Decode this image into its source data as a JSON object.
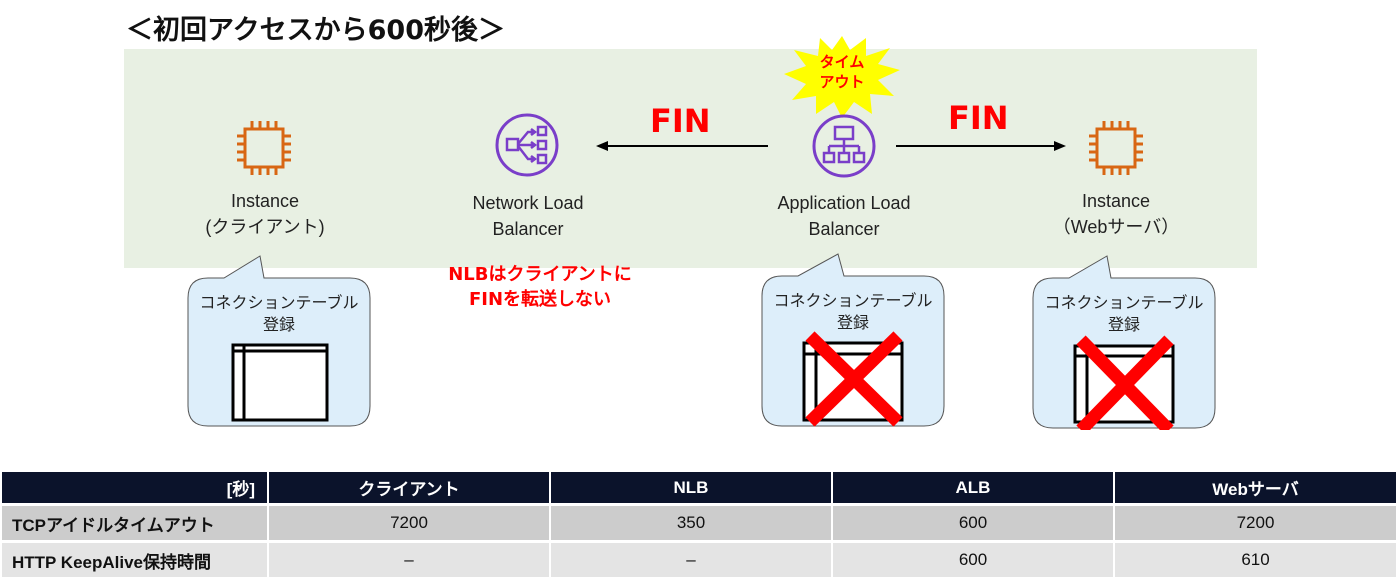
{
  "title": "＜初回アクセスから600秒後＞",
  "nodes": {
    "client": {
      "line1": "Instance",
      "line2": "(クライアント)",
      "icon": "ec2-instance-chip-icon"
    },
    "nlb": {
      "line1": "Network Load",
      "line2": "Balancer",
      "icon": "network-load-balancer-icon"
    },
    "alb": {
      "line1": "Application Load",
      "line2": "Balancer",
      "icon": "application-load-balancer-icon"
    },
    "web": {
      "line1": "Instance",
      "line2": "（Webサーバ）",
      "icon": "ec2-instance-chip-icon"
    }
  },
  "arrows": {
    "alb_to_nlb": {
      "label": "FIN",
      "direction": "left"
    },
    "alb_to_web": {
      "label": "FIN",
      "direction": "right"
    }
  },
  "timeout_burst": {
    "line1": "タイム",
    "line2": "アウト"
  },
  "nlb_note": {
    "line1": "NLBはクライアントに",
    "line2": "FINを転送しない"
  },
  "bubbles": [
    {
      "line1": "コネクションテーブル",
      "line2": "登録",
      "crossed": false
    },
    {
      "line1": "コネクションテーブル",
      "line2": "登録",
      "crossed": true
    },
    {
      "line1": "コネクションテーブル",
      "line2": "登録",
      "crossed": true
    }
  ],
  "colors": {
    "band": "#e8f0e3",
    "bubble": "#ddeefa",
    "ec2_orange": "#d86613",
    "elb_purple": "#7a3ec9",
    "alert_red": "#ff0000",
    "burst_yellow": "#ffff00",
    "table_header": "#0b132b"
  },
  "table": {
    "headers": [
      "[秒]",
      "クライアント",
      "NLB",
      "ALB",
      "Webサーバ"
    ],
    "rows": [
      {
        "label": "TCPアイドルタイムアウト",
        "values": [
          "7200",
          "350",
          "600",
          "7200"
        ]
      },
      {
        "label": "HTTP KeepAlive保持時間",
        "values": [
          "–",
          "–",
          "600",
          "610"
        ]
      }
    ]
  }
}
